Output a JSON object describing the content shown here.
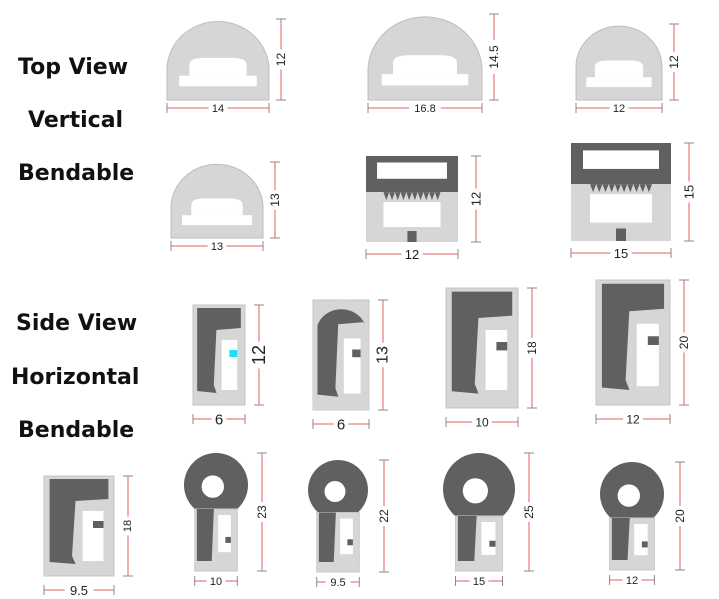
{
  "labels": {
    "top_view": "Top View",
    "vertical": "Vertical",
    "bendable_1": "Bendable",
    "side_view": "Side View",
    "horizontal": "Horizontal",
    "bendable_2": "Bendable"
  },
  "colors": {
    "light_profile": "#d6d6d6",
    "dark_profile": "#606060",
    "dim_line": "#e06060",
    "accent": "#20e0f0"
  },
  "profiles": [
    {
      "name": "top-dome-14x12",
      "width": "14",
      "height": "12"
    },
    {
      "name": "top-dome-16-8x14-5",
      "width": "16.8",
      "height": "14.5"
    },
    {
      "name": "top-dome-12x12",
      "width": "12",
      "height": "12"
    },
    {
      "name": "top-dome-13x13",
      "width": "13",
      "height": "13"
    },
    {
      "name": "top-flat-12x12",
      "width": "12",
      "height": "12"
    },
    {
      "name": "top-flat-15x15",
      "width": "15",
      "height": "15"
    },
    {
      "name": "side-6x12",
      "width": "6",
      "height": "12"
    },
    {
      "name": "side-6x13",
      "width": "6",
      "height": "13"
    },
    {
      "name": "side-10x18",
      "width": "10",
      "height": "18"
    },
    {
      "name": "side-12x20",
      "width": "12",
      "height": "20"
    },
    {
      "name": "side-9-5x18",
      "width": "9.5",
      "height": "18"
    },
    {
      "name": "side-round-10x23",
      "width": "10",
      "height": "23"
    },
    {
      "name": "side-round-9-5x22",
      "width": "9.5",
      "height": "22"
    },
    {
      "name": "side-round-15x25",
      "width": "15",
      "height": "25"
    },
    {
      "name": "side-round-12x20",
      "width": "12",
      "height": "20"
    }
  ]
}
